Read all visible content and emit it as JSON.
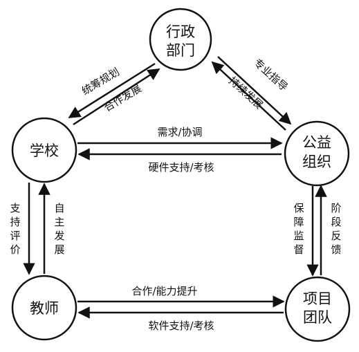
{
  "colors": {
    "stroke": "#111111",
    "background": "#ffffff"
  },
  "nodes": {
    "admin": [
      "行政",
      "部门"
    ],
    "school": [
      "学校"
    ],
    "ngo": [
      "公益",
      "组织"
    ],
    "teacher": [
      "教师"
    ],
    "team": [
      "项目",
      "团队"
    ]
  },
  "edges": {
    "admin_school_outer": "统筹规划",
    "admin_school_inner": "合作发展",
    "admin_ngo_outer": "专业指导",
    "admin_ngo_inner": "持续发展",
    "school_ngo_top": "需求/协调",
    "school_ngo_bottom": "硬件支持/考核",
    "school_teacher_left": "支持评价",
    "school_teacher_right": "自主发展",
    "ngo_team_left": "保障监督",
    "ngo_team_right": "阶段反馈",
    "teacher_team_top": "合作/能力提升",
    "teacher_team_bottom": "软件支持/考核"
  }
}
